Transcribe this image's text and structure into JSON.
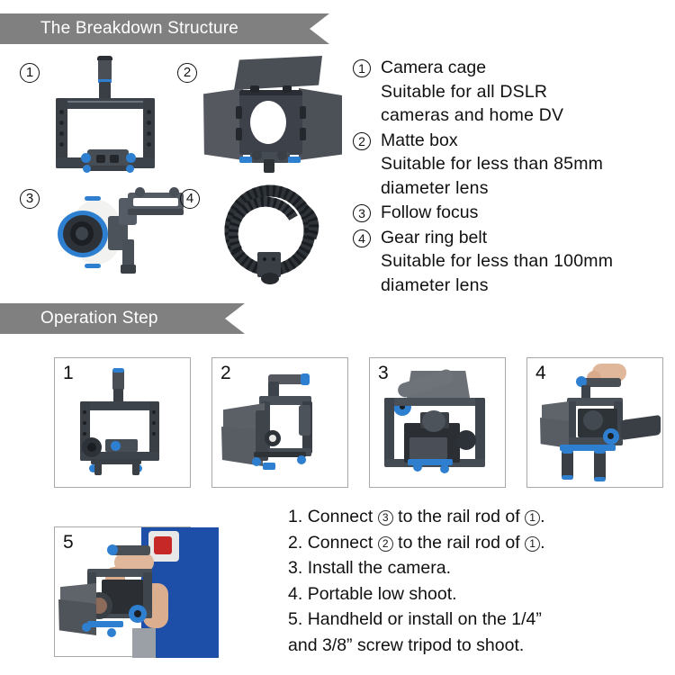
{
  "sections": {
    "breakdown": {
      "title": "The Breakdown Structure"
    },
    "operation": {
      "title": "Operation Step"
    }
  },
  "legend": [
    {
      "num": "1",
      "name": "Camera cage",
      "desc": [
        "Suitable for all DSLR",
        "cameras and home DV"
      ]
    },
    {
      "num": "2",
      "name": "Matte box",
      "desc": [
        "Suitable for less than 85mm",
        "diameter lens"
      ]
    },
    {
      "num": "3",
      "name": "Follow focus",
      "desc": []
    },
    {
      "num": "4",
      "name": "Gear ring belt",
      "desc": [
        "Suitable for less than 100mm",
        "diameter lens"
      ]
    }
  ],
  "figures": [
    {
      "num": "1",
      "item": "camera-cage"
    },
    {
      "num": "2",
      "item": "matte-box"
    },
    {
      "num": "3",
      "item": "follow-focus"
    },
    {
      "num": "4",
      "item": "gear-ring-belt"
    }
  ],
  "step_panels": [
    {
      "num": "1",
      "caption": "camera cage with follow focus on rail rods"
    },
    {
      "num": "2",
      "caption": "rig with matte box mounted on rail rods"
    },
    {
      "num": "3",
      "caption": "DSLR camera installed inside the cage"
    },
    {
      "num": "4",
      "caption": "hand holding rig for portable low shoot"
    },
    {
      "num": "5",
      "caption": "person handheld shooting with full rig"
    }
  ],
  "instructions": [
    {
      "index": "1.",
      "pre": "Connect",
      "circ_a": "3",
      "mid": "to the rail rod of",
      "circ_b": "1",
      "post": "."
    },
    {
      "index": "2.",
      "pre": "Connect",
      "circ_a": "2",
      "mid": "to the rail rod of",
      "circ_b": "1",
      "post": "."
    },
    {
      "index": "3.",
      "text": "Install the camera."
    },
    {
      "index": "4.",
      "text": "Portable low shoot."
    },
    {
      "index": "5.",
      "text": "Handheld or install on the 1/4”"
    },
    {
      "index": "",
      "text": "and 3/8” screw tripod to shoot."
    }
  ],
  "colors": {
    "banner_gray": "#808080",
    "banner_text": "#ffffff",
    "body_text": "#111111",
    "accent_blue": "#2f7fd0",
    "rig_black": "#3a3f45",
    "panel_border": "#a8a8a8"
  }
}
